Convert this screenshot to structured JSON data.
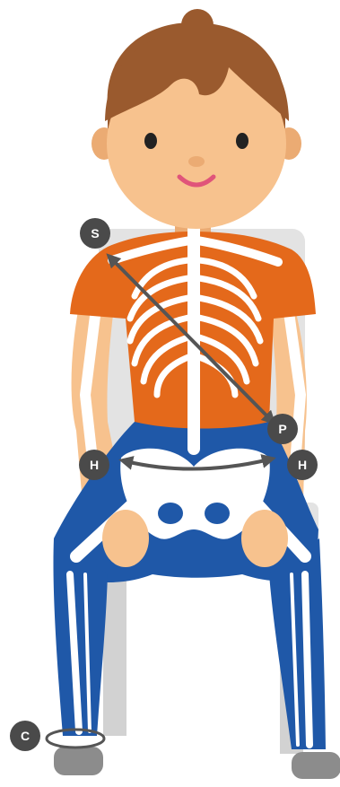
{
  "markers": {
    "s": "S",
    "p": "P",
    "h_left": "H",
    "h_right": "H",
    "c": "C"
  },
  "colors": {
    "background": "#ffffff",
    "chair": "#e3e3e3",
    "chair_shadow": "#d2d2d2",
    "skin": "#f7c28e",
    "skin_shadow": "#ebab73",
    "hair": "#9a5a2e",
    "shirt": "#e4691b",
    "pants": "#1f58a8",
    "bone": "#ffffff",
    "shoe": "#8c8c8c",
    "marker": "#4a4a4a",
    "arrow": "#555555"
  }
}
